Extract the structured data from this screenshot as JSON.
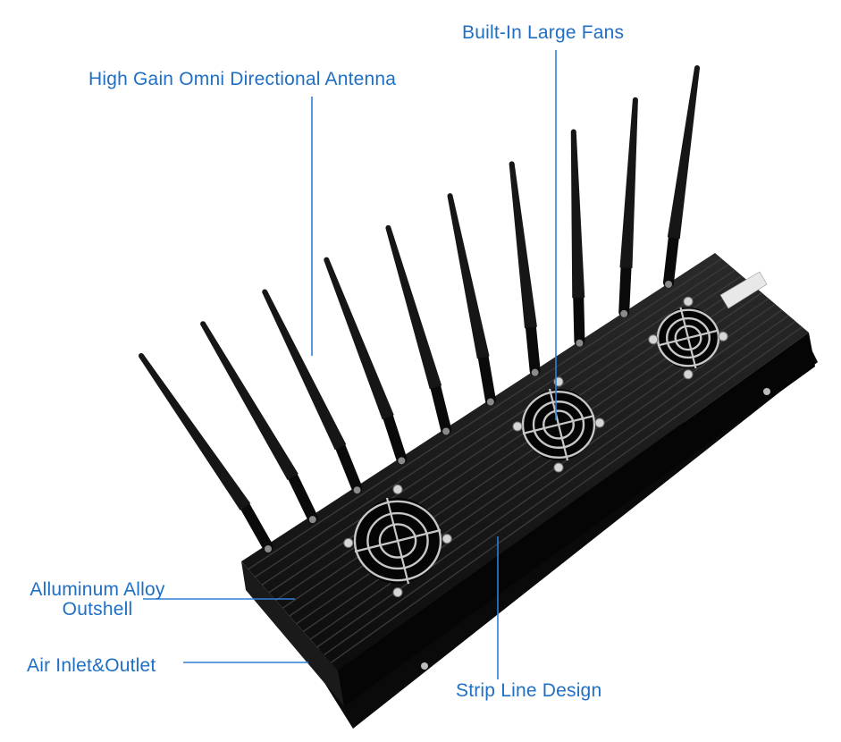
{
  "colors": {
    "label": "#1f6fc5",
    "leader_line": "#2f7fd6",
    "device_body": "#111111",
    "device_ridge": "#3a3a3a",
    "antenna": "#161616",
    "fan_guard": "#c8c8c8",
    "background": "#ffffff"
  },
  "labels": {
    "fans": "Built-In Large Fans",
    "antenna": "High Gain Omni Directional Antenna",
    "shell_line1": "Alluminum Alloy",
    "shell_line2": "Outshell",
    "air": "Air Inlet&Outlet",
    "strip": "Strip Line Design"
  },
  "device": {
    "antenna_count": 10,
    "fan_count": 3
  }
}
